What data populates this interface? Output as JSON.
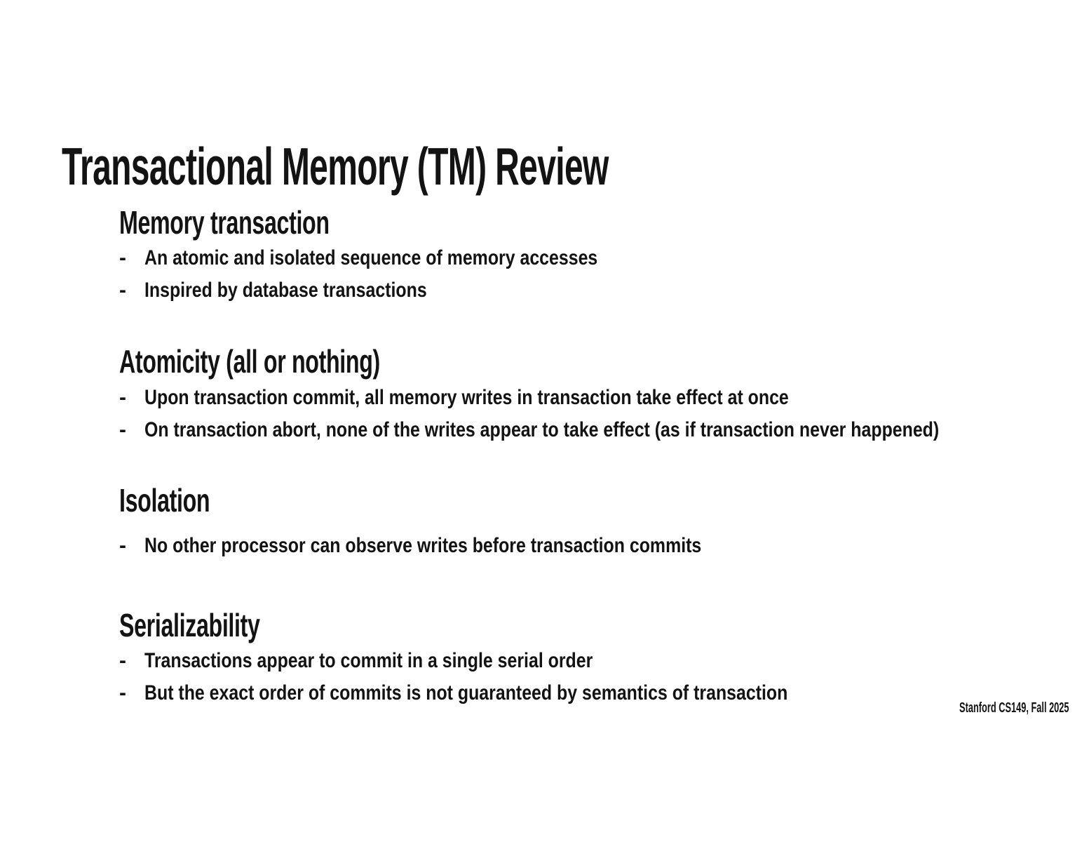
{
  "slide": {
    "title": "Transactional Memory (TM) Review",
    "footer": "Stanford CS149, Fall 2025",
    "bullet_marker": "-",
    "background_color": "#ffffff",
    "text_color": "#131313"
  },
  "sections": [
    {
      "heading": "Memory transaction",
      "bullets": [
        "An atomic and isolated sequence of memory accesses",
        "Inspired by database transactions"
      ]
    },
    {
      "heading": "Atomicity (all or nothing)",
      "bullets": [
        "Upon transaction commit, all memory writes in transaction take effect at once",
        "On transaction abort, none of the writes appear to take effect (as if transaction never happened)"
      ]
    },
    {
      "heading": "Isolation",
      "bullets": [
        "No other processor can observe writes before transaction commits"
      ]
    },
    {
      "heading": "Serializability",
      "bullets": [
        "Transactions appear to commit in a single serial order",
        "But the exact order of commits is not guaranteed by semantics of transaction"
      ]
    }
  ]
}
